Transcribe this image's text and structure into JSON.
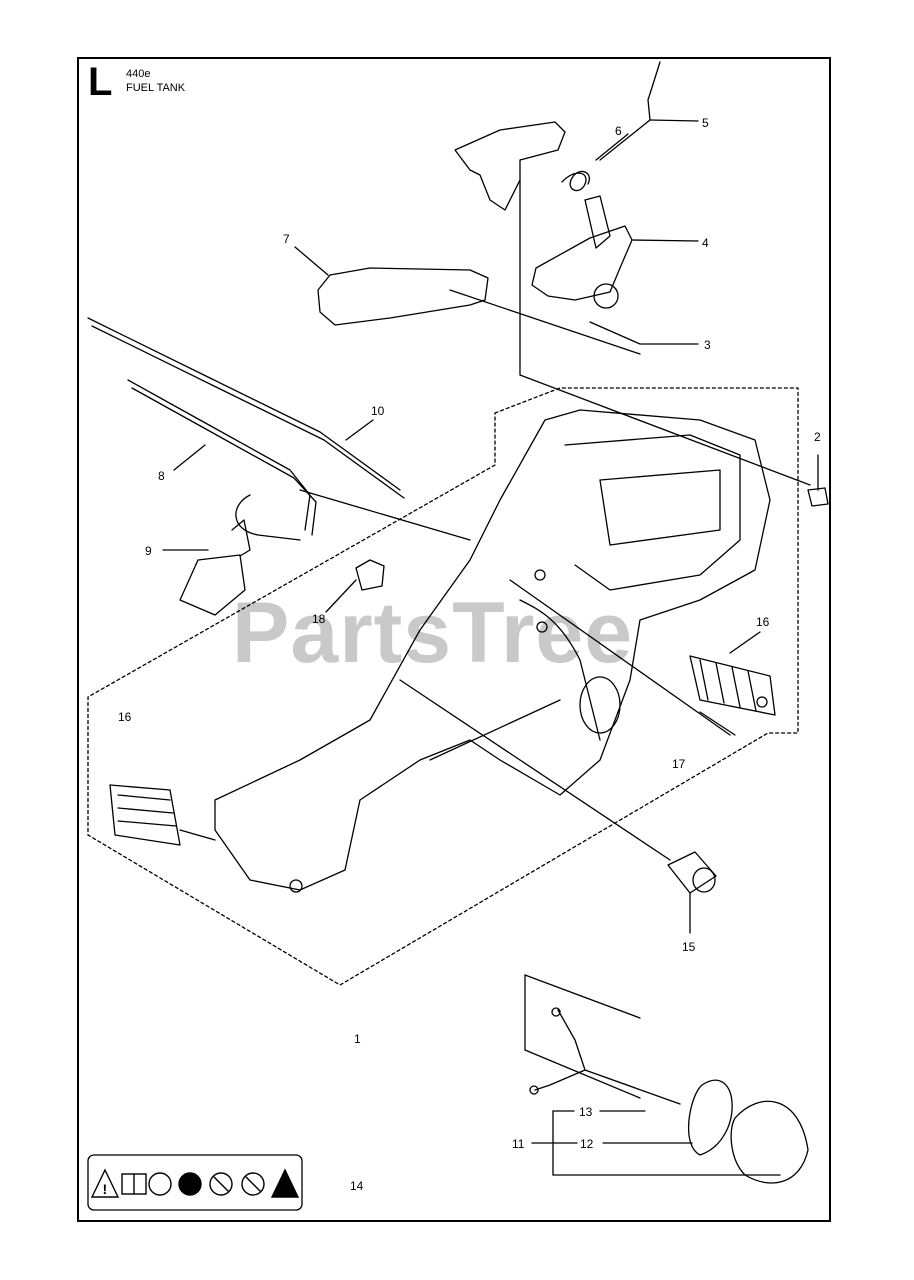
{
  "header": {
    "section_letter": "L",
    "model": "440e",
    "title": "FUEL TANK"
  },
  "watermark": "PartsTree",
  "callouts": [
    {
      "id": "c5",
      "text": "5"
    },
    {
      "id": "c6",
      "text": "6"
    },
    {
      "id": "c4",
      "text": "4"
    },
    {
      "id": "c7",
      "text": "7"
    },
    {
      "id": "c3",
      "text": "3"
    },
    {
      "id": "c2",
      "text": "2"
    },
    {
      "id": "c10",
      "text": "10"
    },
    {
      "id": "c8",
      "text": "8"
    },
    {
      "id": "c9",
      "text": "9"
    },
    {
      "id": "c18",
      "text": "18"
    },
    {
      "id": "c16a",
      "text": "16"
    },
    {
      "id": "c16b",
      "text": "16"
    },
    {
      "id": "c17",
      "text": "17"
    },
    {
      "id": "c15",
      "text": "15"
    },
    {
      "id": "c1",
      "text": "1"
    },
    {
      "id": "c13",
      "text": "13"
    },
    {
      "id": "c11",
      "text": "11"
    },
    {
      "id": "c12",
      "text": "12"
    },
    {
      "id": "c14",
      "text": "14"
    }
  ],
  "warning_decal": {
    "icons": [
      "warning-triangle-icon",
      "manual-book-icon",
      "hearing-protection-icon",
      "no-one-hand-icon",
      "no-kickback-icon",
      "no-person-icon",
      "kickback-warning-icon"
    ]
  },
  "colors": {
    "ink": "#000000",
    "watermark": "#c9c9c9"
  }
}
